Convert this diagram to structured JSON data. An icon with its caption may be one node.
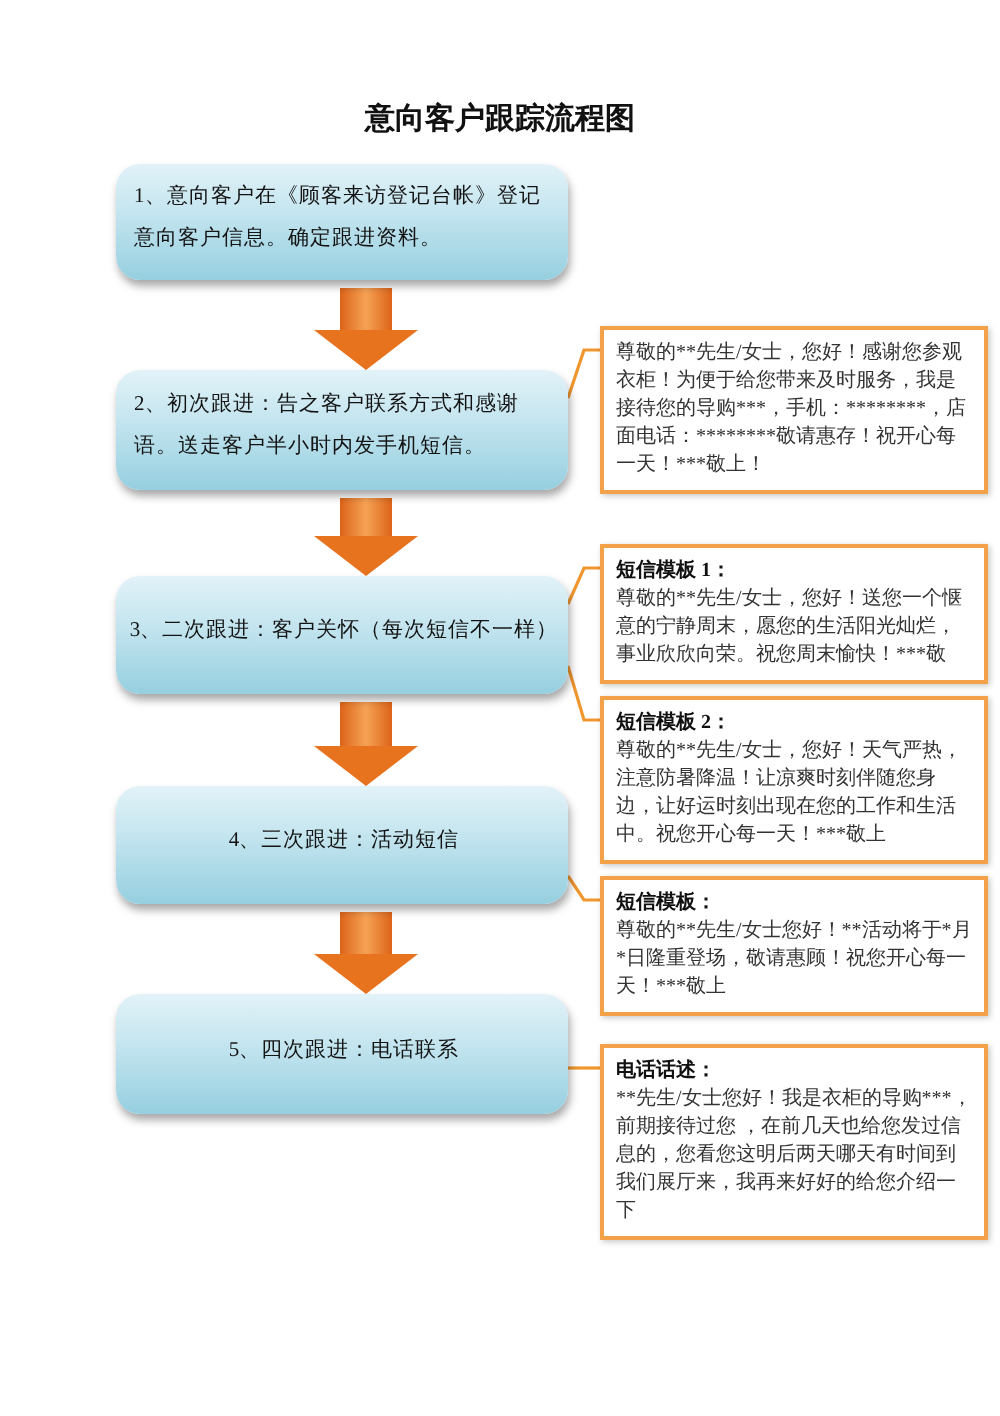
{
  "diagram": {
    "title": "意向客户跟踪流程图",
    "nodes": [
      {
        "text": [
          "1、意向客户在《顾客来访登记台帐》登记意向客户信息。确定跟进资料。"
        ]
      },
      {
        "text": [
          "2、初次跟进：告之客户联系方式和感谢语。送走客户半小时内发手机短信。"
        ]
      },
      {
        "text": [
          "3、二次跟进：客户关怀（每次短信不一样）"
        ]
      },
      {
        "text": [
          "4、三次跟进：活动短信"
        ]
      },
      {
        "text": [
          "5、四次跟进：电话联系"
        ]
      },
      {
        "text": [
          "尊敬的**先生/女士，您好！感谢您参观衣柜！为便于给您带来及时服务，我是接待您的导购***，手机：********，店面电话：********敬请惠存！祝开心每一天！***敬上！"
        ]
      },
      {
        "text": [
          "短信模板 1：",
          "尊敬的**先生/女士，您好！送您一个惬意的宁静周末，愿您的生活阳光灿烂，事业欣欣向荣。祝您周末愉快！***敬"
        ]
      },
      {
        "text": [
          "短信模板 2：",
          "尊敬的**先生/女士，您好！天气严热，注意防暑降温！让凉爽时刻伴随您身边，让好运时刻出现在您的工作和生活中。祝您开心每一天！***敬上"
        ]
      },
      {
        "text": [
          "短信模板：",
          "尊敬的**先生/女士您好！**活动将于*月*日隆重登场，敬请惠顾！祝您开心每一天！***敬上"
        ]
      },
      {
        "text": [
          "电话话述：",
          "**先生/女士您好！我是衣柜的导购***，前期接待过您 ，在前几天也给您发过信息的，您看您这明后两天哪天有时间到我们展厅来，我再来好好的给您介绍一下"
        ]
      }
    ],
    "edges": [
      {
        "from": 0,
        "to": 1,
        "arrow": "to",
        "style": "thick"
      },
      {
        "from": 1,
        "to": 2,
        "arrow": "to",
        "style": "thick"
      },
      {
        "from": 2,
        "to": 3,
        "arrow": "to",
        "style": "thick"
      },
      {
        "from": 3,
        "to": 4,
        "arrow": "to",
        "style": "thick"
      },
      {
        "from": 5,
        "to": 1,
        "arrow": "none"
      },
      {
        "from": 6,
        "to": 2,
        "arrow": "none"
      },
      {
        "from": 7,
        "to": 2,
        "arrow": "none"
      },
      {
        "from": 8,
        "to": 3,
        "arrow": "none"
      },
      {
        "from": 9,
        "to": 4,
        "arrow": "none"
      }
    ]
  }
}
